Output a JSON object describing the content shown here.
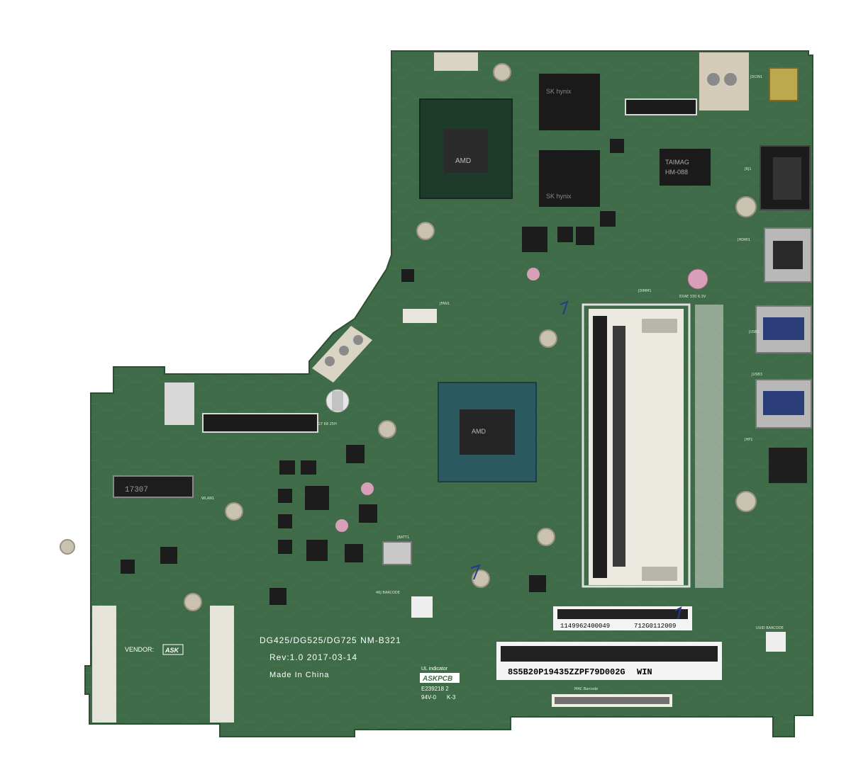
{
  "board": {
    "model_line": "DG425/DG525/DG725 NM-B321",
    "revision": "Rev:1.0  2017-03-14",
    "origin": "Made In China",
    "vendor_label": "VENDOR:",
    "vendor_name": "ASK",
    "maker": "ASKPCB",
    "cert_line1": "E239218  2",
    "cert_line2": "94V-0",
    "cert_mark": "K-3",
    "ul_indicator": "UL indicator",
    "board_color": "#3f6b48",
    "trace_color": "#4e7d57"
  },
  "labels": {
    "serial_top": "1149962400049",
    "serial_top_right": "712G0112009",
    "serial_main": "8S5B20P19435ZZPF79D002G",
    "serial_main_suffix": "WIN",
    "mac_barcode": "MAC Barcode",
    "uuid_barcode": "UUID BARCODE",
    "barcode_46": "46J BARCODE"
  },
  "chips": {
    "gpu_brand": "AMD",
    "cpu_brand": "AMD",
    "vram_brand": "SK hynix",
    "lan_chip": "TAIMAG",
    "lan_chip_code": "HM-088",
    "wlan_slot_code": "17307"
  },
  "capacitors": {
    "cap_left": "G7 68 25H",
    "cap_right": "EXAE 330 6.3V"
  },
  "connectors": {
    "dimm": "JDIMM1",
    "wlan": "WLAN1",
    "fan": "JFAN1",
    "batt": "JBATT1",
    "usb1": "JUSB1",
    "usb3": "JUSB3",
    "hdmi": "JHDMI1",
    "rj45": "JRJ1",
    "dc_in": "JDCIN1",
    "hp": "JHP1"
  }
}
